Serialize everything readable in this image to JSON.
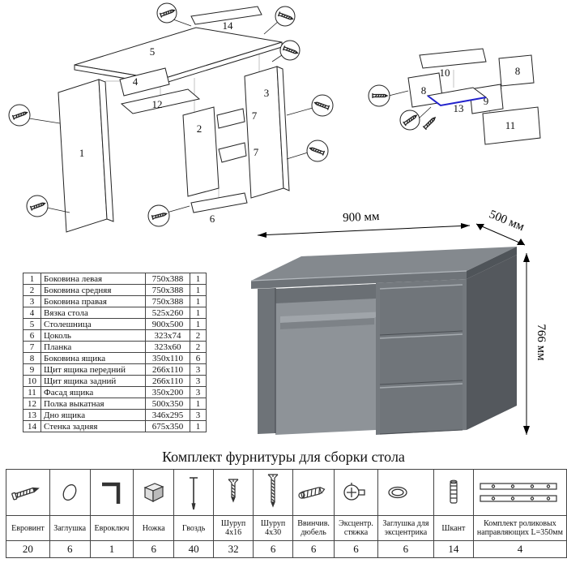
{
  "parts_table": {
    "rows": [
      {
        "n": "1",
        "name": "Боковина левая",
        "size": "750x388",
        "qty": "1"
      },
      {
        "n": "2",
        "name": "Боковина средняя",
        "size": "750x388",
        "qty": "1"
      },
      {
        "n": "3",
        "name": "Боковина правая",
        "size": "750x388",
        "qty": "1"
      },
      {
        "n": "4",
        "name": "Вязка стола",
        "size": "525x260",
        "qty": "1"
      },
      {
        "n": "5",
        "name": "Столешница",
        "size": "900x500",
        "qty": "1"
      },
      {
        "n": "6",
        "name": "Цоколь",
        "size": "323x74",
        "qty": "2"
      },
      {
        "n": "7",
        "name": "Планка",
        "size": "323x60",
        "qty": "2"
      },
      {
        "n": "8",
        "name": "Боковина ящика",
        "size": "350x110",
        "qty": "6"
      },
      {
        "n": "9",
        "name": "Щит ящика передний",
        "size": "266x110",
        "qty": "3"
      },
      {
        "n": "10",
        "name": "Щит ящика задний",
        "size": "266x110",
        "qty": "3"
      },
      {
        "n": "11",
        "name": "Фасад ящика",
        "size": "350x200",
        "qty": "3"
      },
      {
        "n": "12",
        "name": "Полка выкатная",
        "size": "500x350",
        "qty": "1"
      },
      {
        "n": "13",
        "name": "Дно ящика",
        "size": "346x295",
        "qty": "3"
      },
      {
        "n": "14",
        "name": "Стенка задняя",
        "size": "675x350",
        "qty": "1"
      }
    ]
  },
  "desk": {
    "width_label": "900 мм",
    "depth_label": "500 мм",
    "height_label": "766 мм"
  },
  "assembly_diagram": {
    "l1": "1",
    "l2": "2",
    "l3": "3",
    "l4": "4",
    "l5": "5",
    "l6": "6",
    "l7a": "7",
    "l7b": "7",
    "l12": "12",
    "l14": "14"
  },
  "drawer_diagram": {
    "l8a": "8",
    "l8b": "8",
    "l9": "9",
    "l10": "10",
    "l11": "11",
    "l13": "13"
  },
  "hardware": {
    "title": "Комплект фурнитуры для сборки стола",
    "items": [
      {
        "name": "Евровинт",
        "qty": "20"
      },
      {
        "name": "Заглушка",
        "qty": "6"
      },
      {
        "name": "Евроключ",
        "qty": "1"
      },
      {
        "name": "Ножка",
        "qty": "6"
      },
      {
        "name": "Гвоздь",
        "qty": "40"
      },
      {
        "name": "Шуруп 4х16",
        "qty": "32"
      },
      {
        "name": "Шуруп 4х30",
        "qty": "6"
      },
      {
        "name": "Ввинчив. дюбель",
        "qty": "6"
      },
      {
        "name": "Эксцентр. стяжка",
        "qty": "6"
      },
      {
        "name": "Заглушка для эксцентрика",
        "qty": "6"
      },
      {
        "name": "Шкант",
        "qty": "14"
      },
      {
        "name": "Комплект роликовых направляющих L=350мм",
        "qty": "4"
      }
    ]
  },
  "colors": {
    "accent_blue": "#2222cc",
    "desk_gray": "#74797e"
  }
}
